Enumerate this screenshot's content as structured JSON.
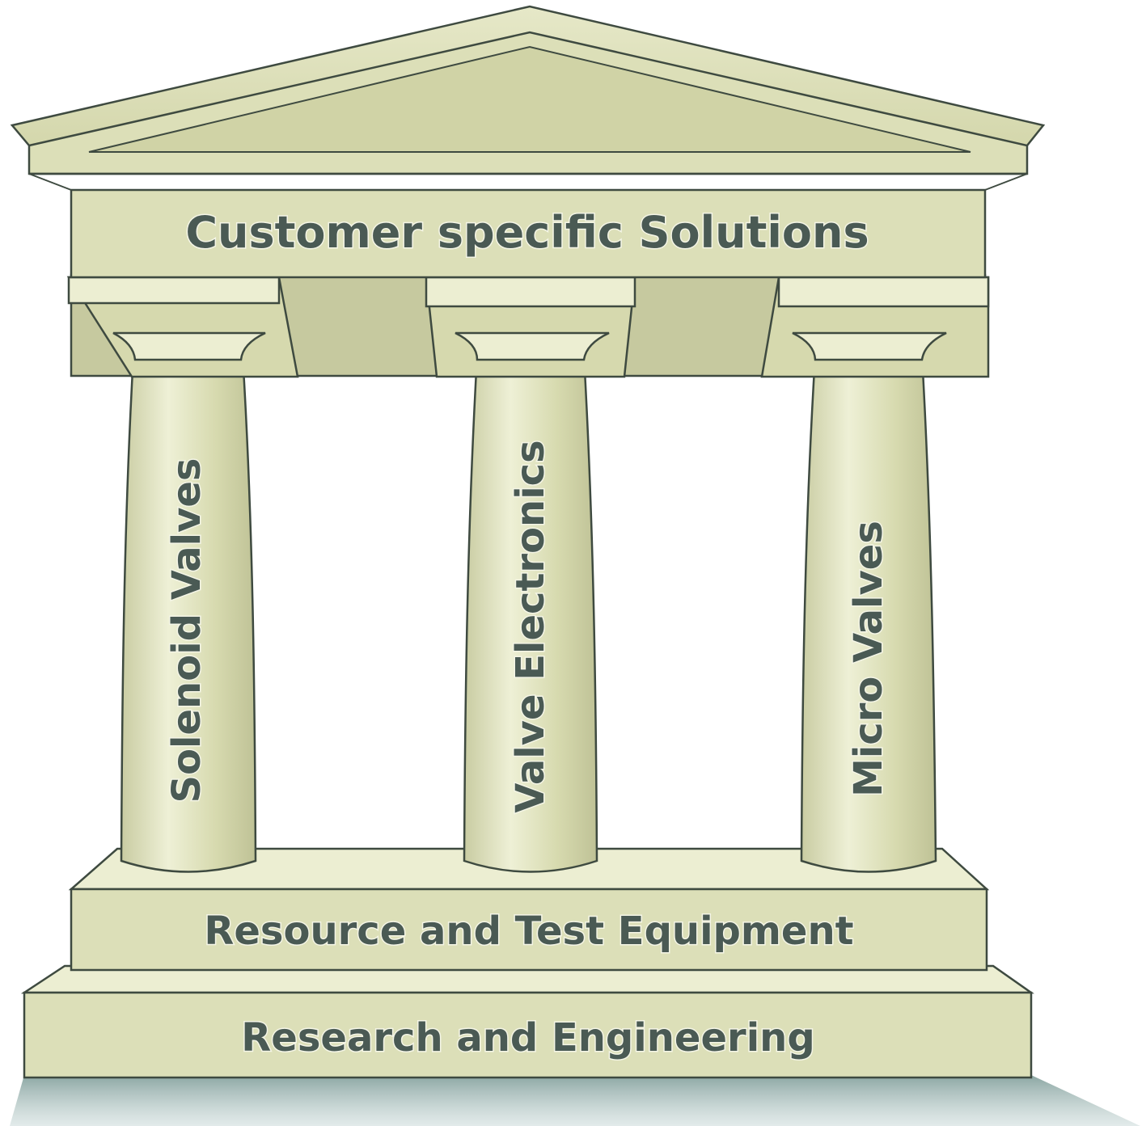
{
  "labels": {
    "entablature": "Customer specific Solutions",
    "pillars": [
      "Solenoid Valves",
      "Valve Electronics",
      "Micro Valves"
    ],
    "upper_step": "Resource and Test Equipment",
    "lower_step": "Research and Engineering"
  },
  "colors": {
    "stone": "#dcdfb8",
    "stone_light": "#eceed2",
    "stone_shadow": "#c6c99f",
    "outline": "#3e4a40",
    "text": "#4a5a54",
    "ground_shadow": "#8fa8a4"
  }
}
